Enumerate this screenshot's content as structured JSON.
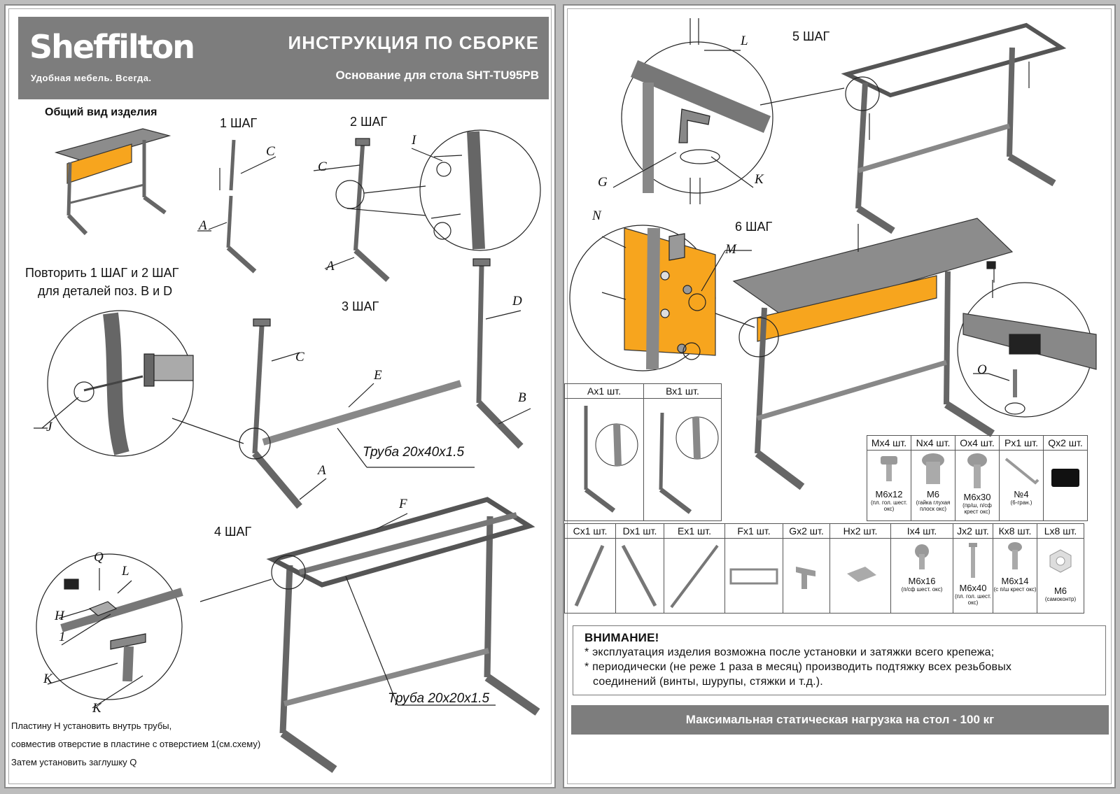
{
  "header": {
    "brand": "Sheffilton",
    "slogan": "Удобная мебель. Всегда.",
    "title": "ИНСТРУКЦИЯ ПО СБОРКЕ",
    "subtitle": "Основание для стола SHT-TU95PB"
  },
  "left": {
    "overview_title": "Общий вид изделия",
    "step1": "1 ШАГ",
    "step2": "2 ШАГ",
    "step3": "3 ШАГ",
    "step4": "4 ШАГ",
    "repeat_line1": "Повторить 1 ШАГ и 2 ШАГ",
    "repeat_line2": "для деталей поз. B и D",
    "pipe1": "Труба 20х40х1.5",
    "pipe2": "Труба 20х20х1.5",
    "note_line1": "Пластину Н установить внутрь трубы,",
    "note_line2": "совместив отверстие в пластине с отверстием 1(см.схему)",
    "note_line3": "Затем установить заглушку Q",
    "labels": {
      "A": "A",
      "B": "B",
      "C": "C",
      "D": "D",
      "E": "E",
      "F": "F",
      "H": "H",
      "I": "I",
      "J": "J",
      "K": "K",
      "L": "L",
      "Q": "Q",
      "one": "1"
    }
  },
  "right": {
    "step5": "5 ШАГ",
    "step6": "6 ШАГ",
    "labels": {
      "L": "L",
      "G": "G",
      "K": "K",
      "N": "N",
      "M": "M",
      "O": "O"
    }
  },
  "parts": {
    "fasteners": [
      {
        "head": "Мх4 шт.",
        "code": "М6х12",
        "note": "(пл. гол. шест. окс)"
      },
      {
        "head": "Nх4 шт.",
        "code": "М6",
        "note": "(гайка глухая плоск окс)"
      },
      {
        "head": "Oх4 шт.",
        "code": "М6х30",
        "note": "(пр/ш, п/сф крест окс)"
      },
      {
        "head": "Pх1 шт.",
        "code": "№4",
        "note": "(6-гран.)"
      },
      {
        "head": "Qх2 шт.",
        "code": "",
        "note": ""
      }
    ],
    "legs": [
      {
        "head": "Ах1 шт."
      },
      {
        "head": "Вх1 шт."
      }
    ],
    "bottom": [
      {
        "head": "Сх1 шт.",
        "code": "",
        "note": ""
      },
      {
        "head": "Dх1 шт.",
        "code": "",
        "note": ""
      },
      {
        "head": "Ех1 шт.",
        "code": "",
        "note": ""
      },
      {
        "head": "Fх1 шт.",
        "code": "",
        "note": ""
      },
      {
        "head": "Gх2 шт.",
        "code": "",
        "note": ""
      },
      {
        "head": "Hх2 шт.",
        "code": "",
        "note": ""
      },
      {
        "head": "Iх4 шт.",
        "code": "М6х16",
        "note": "(п/сф шест. окс)"
      },
      {
        "head": "Jх2 шт.",
        "code": "М6х40",
        "note": "(пл. гол. шест. окс)"
      },
      {
        "head": "Кх8 шт.",
        "code": "М6х14",
        "note": "(с п/ш крест окс)"
      },
      {
        "head": "Lх8 шт.",
        "code": "М6",
        "note": "(самоконтр)"
      }
    ]
  },
  "warning": {
    "title": "ВНИМАНИЕ!",
    "line1": "* эксплуатация изделия возможна после установки и затяжки всего крепежа;",
    "line2": "* периодически (не реже 1 раза в месяц) производить подтяжку всех резьбовых",
    "line3": "соединений (винты, шурупы, стяжки и т.д.)."
  },
  "load": "Максимальная статическая нагрузка на стол - 100 кг",
  "colors": {
    "accent": "#f7a51e",
    "header": "#7d7d7d",
    "metal": "#8c8c8c",
    "panel": "#f7a51e"
  }
}
